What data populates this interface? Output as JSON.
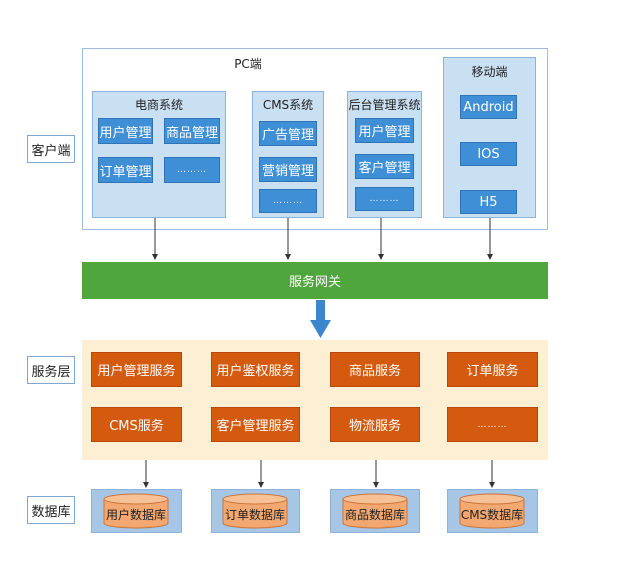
{
  "layers": {
    "client": "客户端",
    "service": "服务层",
    "database": "数据库"
  },
  "pc": {
    "title": "PC端",
    "ecommerce": {
      "title": "电商系统",
      "modules": [
        "用户管理",
        "商品管理",
        "订单管理",
        "………"
      ]
    },
    "cms": {
      "title": "CMS系统",
      "modules": [
        "广告管理",
        "营销管理",
        "………"
      ]
    },
    "admin": {
      "title": "后台管理系统",
      "modules": [
        "用户管理",
        "客户管理",
        "………"
      ]
    }
  },
  "mobile": {
    "title": "移动端",
    "modules": [
      "Android",
      "IOS",
      "H5"
    ]
  },
  "gateway": "服务网关",
  "services": [
    "用户管理服务",
    "用户鉴权服务",
    "商品服务",
    "订单服务",
    "CMS服务",
    "客户管理服务",
    "物流服务",
    "………"
  ],
  "databases": [
    "用户数据库",
    "订单数据库",
    "商品数据库",
    "CMS数据库"
  ],
  "colors": {
    "module_blue": "#3f8fd6",
    "subsystem_bg": "#c9dff2",
    "gateway_green": "#4ea63c",
    "service_orange": "#d35a0f",
    "service_bg": "#fdefd4",
    "database_fill": "#f2a870",
    "arrow_blue": "#3b86cf"
  }
}
